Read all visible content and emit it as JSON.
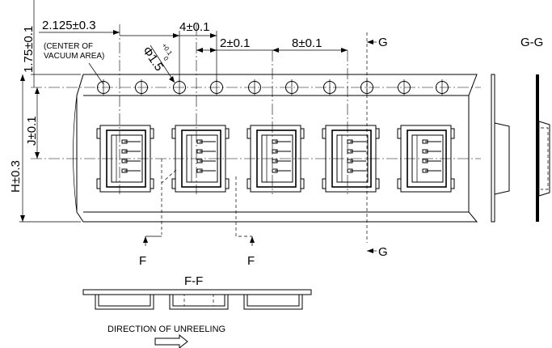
{
  "dimensions": {
    "top_offset": "1.75±0.1",
    "vacuum_offset": "2.125±0.3",
    "vacuum_note_line1": "(CENTER OF",
    "vacuum_note_line2": "VACUUM AREA)",
    "hole_pitch": "4±0.1",
    "hole_to_pocket": "2±0.1",
    "pocket_pitch": "8±0.1",
    "hole_diameter": "Φ1.5",
    "hole_tol_plus": "+0.1",
    "hole_tol_minus": "0",
    "tape_width": "H±0.3",
    "pocket_offset": "J±0.1"
  },
  "section_labels": {
    "g_top": "G",
    "g_bottom": "G",
    "gg_title": "G-G",
    "f_left": "F",
    "f_right": "F",
    "ff_title": "F-F"
  },
  "direction_text": "DIRECTION OF UNREELING",
  "colors": {
    "line": "#000000",
    "background": "#ffffff"
  },
  "icons": {
    "direction_arrow": "outline-arrow-right-icon"
  }
}
